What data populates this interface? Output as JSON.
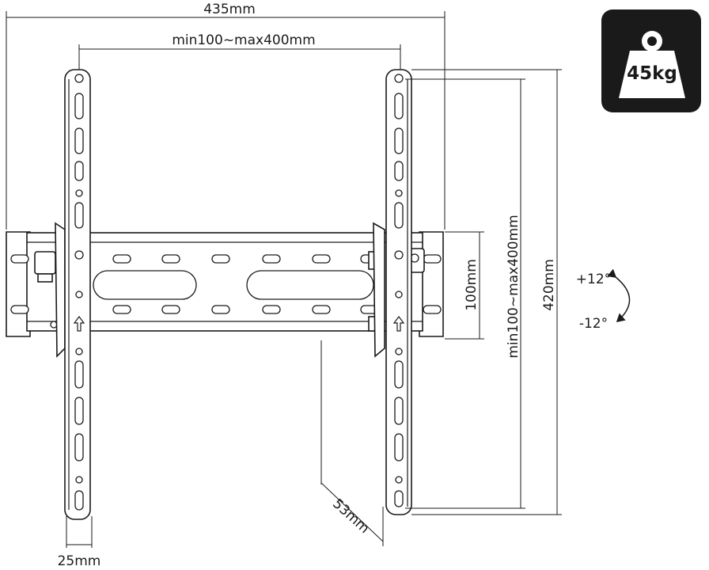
{
  "dimensions": {
    "overall_width": "435mm",
    "vesa_horizontal": "min100~max400mm",
    "vesa_vertical": "min100~max400mm",
    "bracket_height": "100mm",
    "overall_height": "420mm",
    "wall_distance": "53mm",
    "arm_width": "25mm"
  },
  "tilt": {
    "up": "+12°",
    "down": "-12°"
  },
  "load_badge": {
    "label": "45kg",
    "icon": "weight-icon",
    "background": "#1a1a1a"
  }
}
